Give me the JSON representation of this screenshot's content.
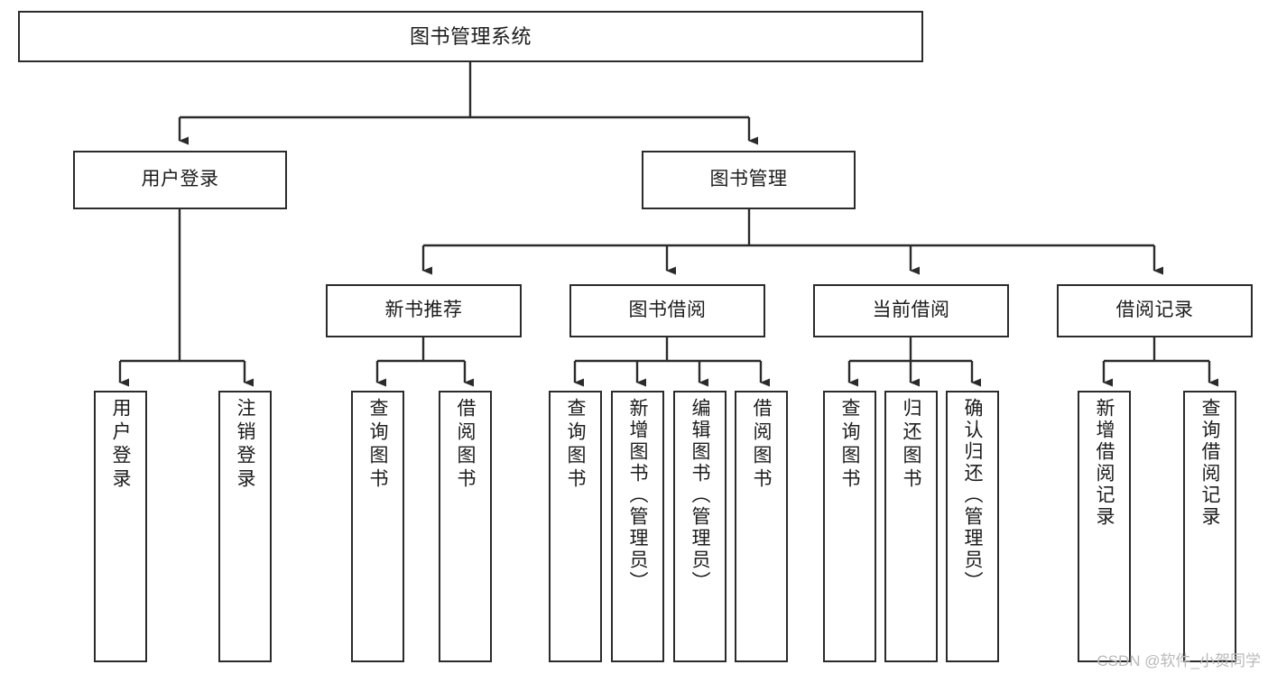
{
  "diagram": {
    "title": "图书管理系统",
    "type": "tree",
    "watermark": "CSDN @软件_小贺同学",
    "colors": {
      "box_border": "#2b2b2b",
      "box_fill": "#ffffff",
      "connector": "#2b2b2b",
      "background": "#ffffff",
      "watermark": "#b9b9b9"
    },
    "nodes": {
      "root": {
        "label": "图书管理系统"
      },
      "level2": [
        {
          "id": "user-login",
          "label": "用户登录"
        },
        {
          "id": "book-manage",
          "label": "图书管理"
        }
      ],
      "level3": [
        {
          "id": "new-book-recommend",
          "label": "新书推荐"
        },
        {
          "id": "book-borrow",
          "label": "图书借阅"
        },
        {
          "id": "current-borrow",
          "label": "当前借阅"
        },
        {
          "id": "borrow-record",
          "label": "借阅记录"
        }
      ],
      "leaves": {
        "user-login": [
          {
            "id": "leaf-user-login",
            "label": "用户登录"
          },
          {
            "id": "leaf-logout",
            "label": "注销登录"
          }
        ],
        "new-book-recommend": [
          {
            "id": "leaf-query-book-1",
            "label": "查询图书"
          },
          {
            "id": "leaf-borrow-book-1",
            "label": "借阅图书"
          }
        ],
        "book-borrow": [
          {
            "id": "leaf-query-book-2",
            "label": "查询图书"
          },
          {
            "id": "leaf-add-book",
            "label": "新增图书（管理员）"
          },
          {
            "id": "leaf-edit-book",
            "label": "编辑图书（管理员）"
          },
          {
            "id": "leaf-borrow-book-2",
            "label": "借阅图书"
          }
        ],
        "current-borrow": [
          {
            "id": "leaf-query-book-3",
            "label": "查询图书"
          },
          {
            "id": "leaf-return-book",
            "label": "归还图书"
          },
          {
            "id": "leaf-confirm-return",
            "label": "确认归还（管理员）"
          }
        ],
        "borrow-record": [
          {
            "id": "leaf-add-record",
            "label": "新增借阅记录"
          },
          {
            "id": "leaf-query-record",
            "label": "查询借阅记录"
          }
        ]
      }
    }
  }
}
